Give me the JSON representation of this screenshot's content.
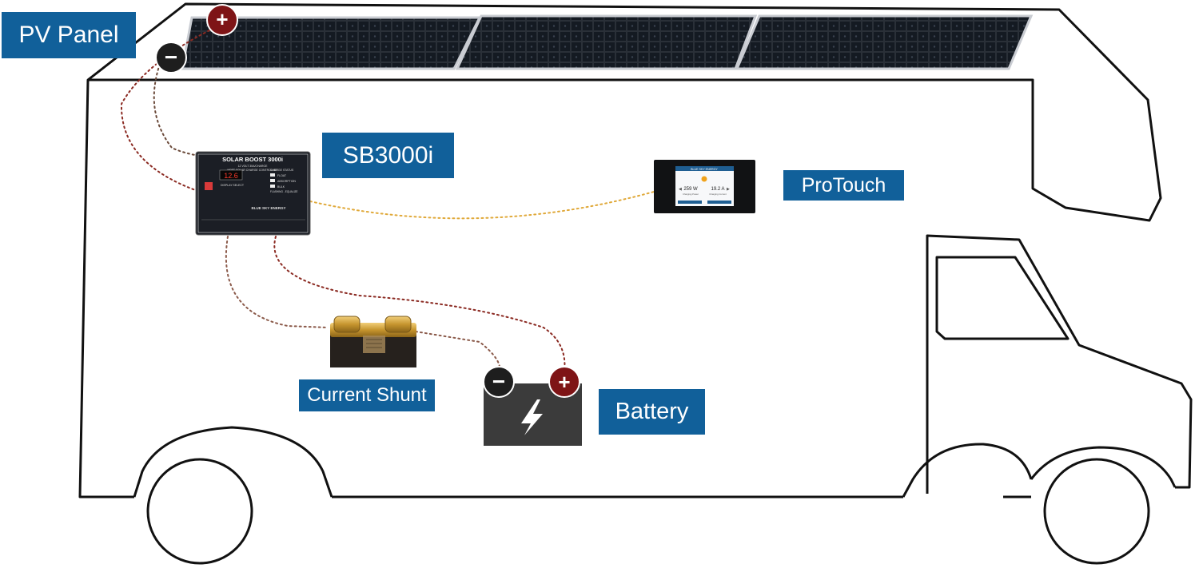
{
  "labels": {
    "pv_panel": "PV Panel",
    "controller": "SB3000i",
    "display": "ProTouch",
    "shunt": "Current Shunt",
    "battery": "Battery"
  },
  "controller_panel": {
    "header": "SOLAR BOOST 3000i",
    "subheader_1": "12 VOLT 30A/CHARGE",
    "subheader_2": "MPPT SOLAR CHARGE CONTROLLER",
    "readout": "12.6",
    "status_title": "CHARGE STATUS",
    "status_float": "FLOAT",
    "status_absorption": "ABSORPTION",
    "status_bulk": "BULK",
    "status_flashing": "FLASHING - EQUALIZE",
    "display_select": "DISPLAY SELECT",
    "brand": "BLUE SKY ENERGY"
  },
  "protouch_screen": {
    "brand": "BLUE SKY ENERGY",
    "power_value": "259 W",
    "power_caption": "Charging Power",
    "current_value": "19.2 A",
    "current_caption": "Charging Current",
    "left_arrow": "◀",
    "right_arrow": "▶"
  },
  "terminals": {
    "positive": "+",
    "negative": "−"
  },
  "colors": {
    "label_bg": "#11609a",
    "positive_terminal": "#7e1416",
    "negative_terminal": "#1e1e1e",
    "positive_wire": "#8b2a22",
    "negative_wire": "#6b4a3a",
    "data_wire": "#e0a93a",
    "battery_body": "#3b3b3b"
  }
}
